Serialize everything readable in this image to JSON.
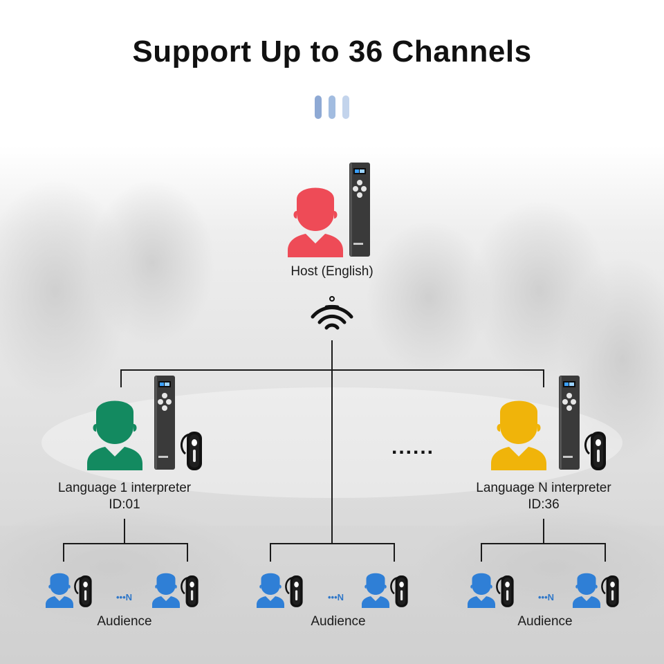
{
  "title": "Support Up to 36 Channels",
  "colors": {
    "host": "#ee4b57",
    "interpreter1": "#138a60",
    "interpreterN": "#f0b40a",
    "audience": "#2f7fd6",
    "accent_bars": [
      "#8ea9d4",
      "#a2bce0",
      "#c3d4ec"
    ]
  },
  "host": {
    "label": "Host (English)"
  },
  "interpreters": [
    {
      "label": "Language 1 interpreter",
      "id": "ID:01"
    },
    {
      "label": "Language N interpreter",
      "id": "ID:36"
    }
  ],
  "ellipsis": "......",
  "audience_groups": [
    {
      "label": "Audience",
      "more": "•••N"
    },
    {
      "label": "Audience",
      "more": "•••N"
    },
    {
      "label": "Audience",
      "more": "•••N"
    }
  ],
  "icons": [
    "person-icon",
    "transmitter-icon",
    "earpiece-receiver-icon",
    "wireless-signal-icon"
  ]
}
